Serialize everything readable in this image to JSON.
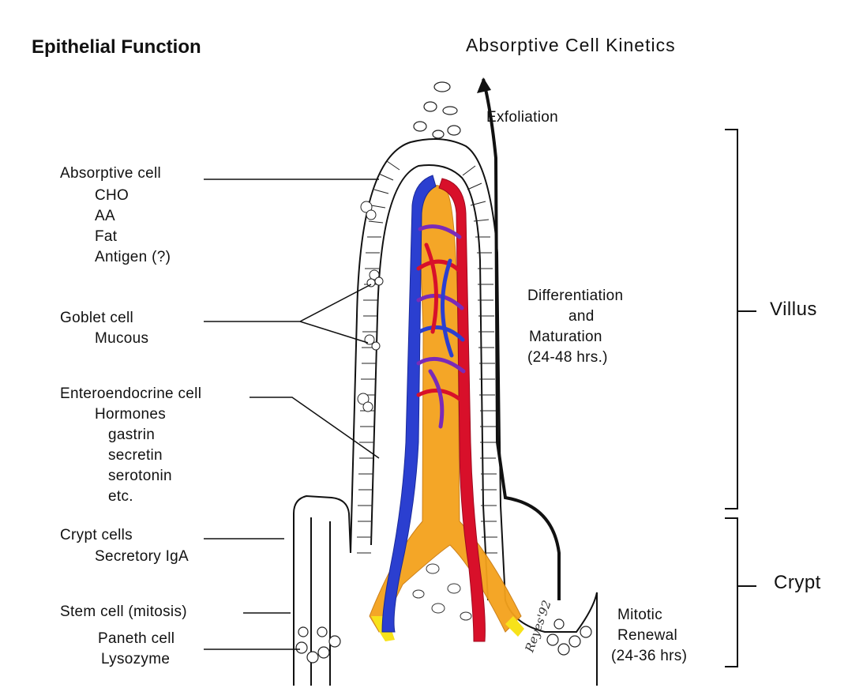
{
  "titles": {
    "left": "Epithelial Function",
    "right": "Absorptive Cell Kinetics"
  },
  "labels": {
    "absorptive": {
      "name": "Absorptive cell",
      "items": [
        "CHO",
        "AA",
        "Fat",
        "Antigen (?)"
      ]
    },
    "goblet": {
      "name": "Goblet cell",
      "items": [
        "Mucous"
      ]
    },
    "entero": {
      "name": "Enteroendocrine cell",
      "sub": "Hormones",
      "items": [
        "gastrin",
        "secretin",
        "serotonin",
        "etc."
      ]
    },
    "crypt_cells": {
      "name": "Crypt cells",
      "items": [
        "Secretory IgA"
      ]
    },
    "stem": {
      "name": "Stem cell (mitosis)"
    },
    "paneth": {
      "name": "Paneth cell",
      "items": [
        "Lysozyme"
      ]
    }
  },
  "kinetics": {
    "exfoliation": "Exfoliation",
    "differentiation": [
      "Differentiation",
      "and",
      "Maturation",
      "(24-48 hrs.)"
    ],
    "mitotic": [
      "Mitotic",
      "Renewal",
      "(24-36 hrs)"
    ]
  },
  "regions": {
    "villus": "Villus",
    "crypt": "Crypt"
  },
  "colors": {
    "artery": "#d8102a",
    "vein": "#2b3fd0",
    "lacteal": "#f4a21c",
    "lacteal_yellow": "#f7e21a",
    "mixed": "#7a2ab8",
    "ink": "#111111"
  }
}
